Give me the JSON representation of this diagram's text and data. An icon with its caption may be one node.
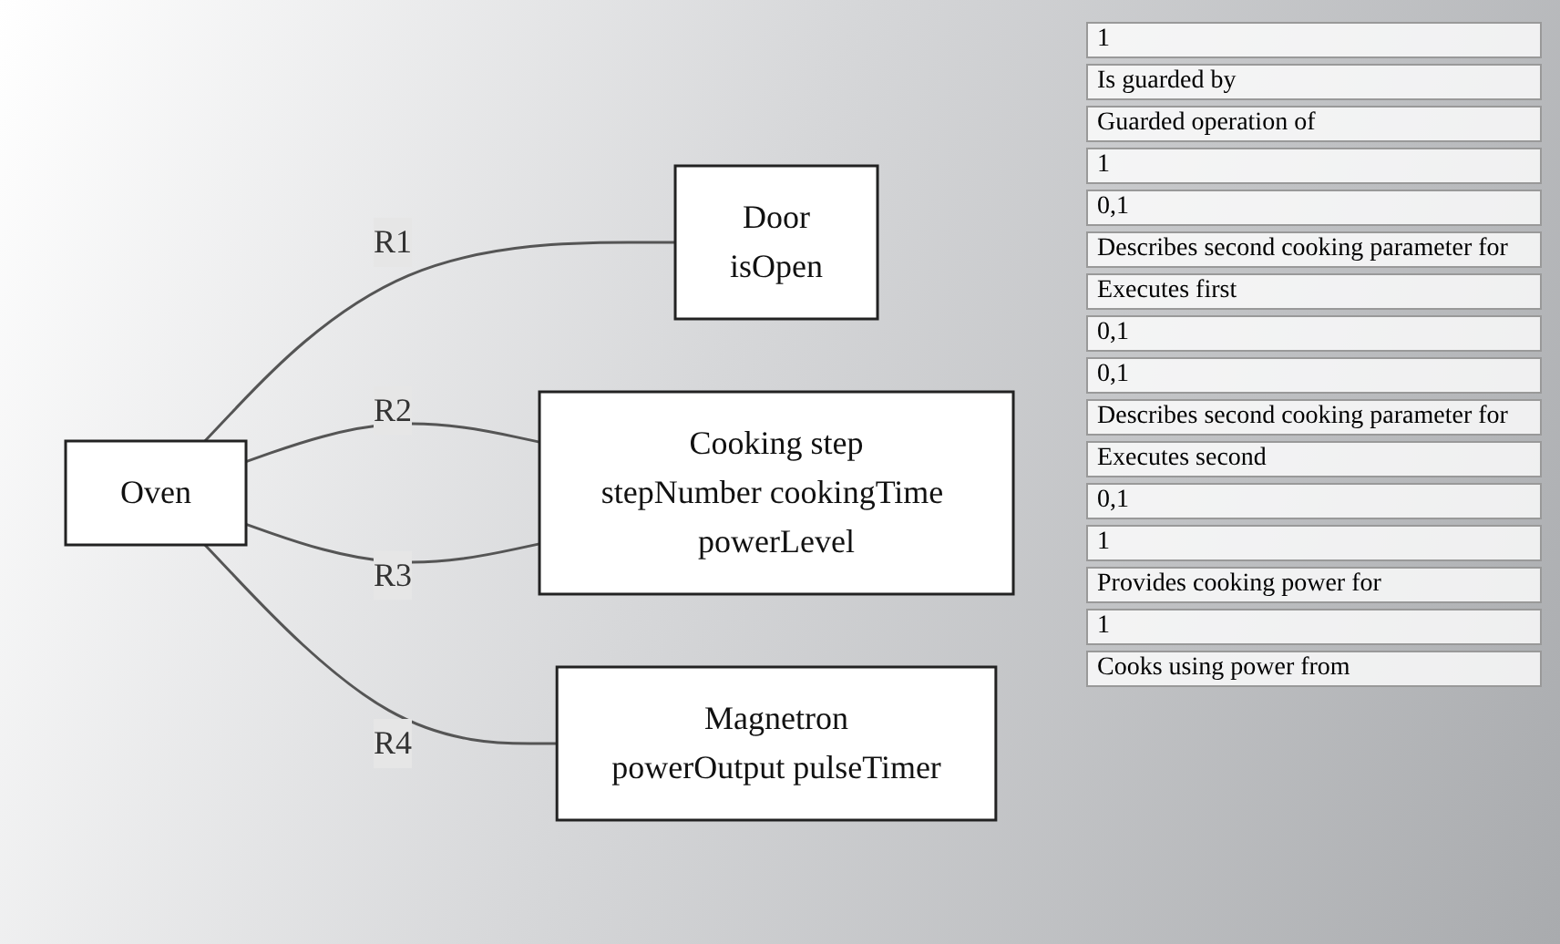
{
  "diagram": {
    "nodes": [
      {
        "text": [
          "Door",
          "isOpen"
        ]
      },
      {
        "text": [
          "Oven"
        ]
      },
      {
        "text": [
          "Cooking step",
          "stepNumber cookingTime powerLevel"
        ]
      },
      {
        "text": [
          "Magnetron",
          "powerOutput pulseTimer"
        ]
      }
    ],
    "edges": [
      {
        "from": 1,
        "to": 0,
        "arrow": "none",
        "label": "R1"
      },
      {
        "from": 1,
        "to": 2,
        "arrow": "none",
        "label": "R2"
      },
      {
        "from": 1,
        "to": 2,
        "arrow": "none",
        "label": "R3"
      },
      {
        "from": 1,
        "to": 3,
        "arrow": "none",
        "label": "R4"
      }
    ],
    "labels": [
      "1",
      "Is guarded by",
      "Guarded operation of",
      "1",
      "0,1",
      "Describes second cooking parameter for",
      "Executes first",
      "0,1",
      "0,1",
      "Describes second cooking parameter for",
      "Executes second",
      "0,1",
      "1",
      "Provides cooking power for",
      "1",
      "Cooks using power from"
    ]
  }
}
